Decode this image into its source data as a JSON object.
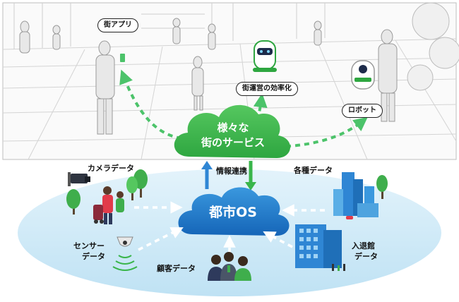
{
  "services_cloud": {
    "line1": "様々な",
    "line2": "街のサービス"
  },
  "os_cloud": {
    "label": "都市OS"
  },
  "link_label": "情報連携",
  "service_callouts": [
    {
      "label": "街アプリ"
    },
    {
      "label": "街運営の効率化"
    },
    {
      "label": "ロボット"
    }
  ],
  "data_sources": {
    "camera": "カメラデータ",
    "various": "各種データ",
    "sensor_line1": "センサー",
    "sensor_line2": "データ",
    "entry_line1": "入退館",
    "entry_line2": "データ",
    "customer": "顧客データ"
  },
  "colors": {
    "cloud_green": "#39b54a",
    "cloud_blue": "#1f78c8",
    "arrow_green": "#4cc36a",
    "ellipse_blue": "#cde9f7",
    "street_line": "#b9b9b9"
  },
  "icons": {
    "robot": "delivery-robot-icon",
    "camera": "security-camera-icon",
    "sensor": "dome-sensor-icon",
    "buildings": "city-buildings-icon",
    "office": "office-building-icon",
    "people": "people-group-icon",
    "family": "family-icon"
  }
}
